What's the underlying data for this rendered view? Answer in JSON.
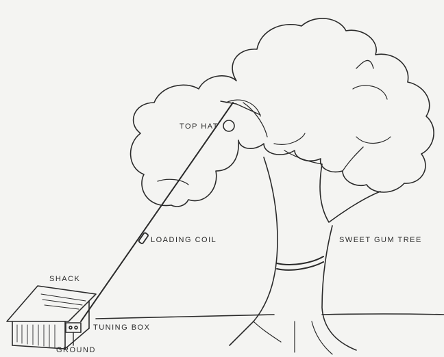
{
  "labels": {
    "top_hat": "TOP HAT",
    "loading_coil": "LOADING COIL",
    "sweet_gum_tree": "SWEET GUM TREE",
    "shack": "SHACK",
    "tuning_box": "TUNING BOX",
    "ground": "GROUND"
  },
  "colors": {
    "background": "#f4f4f2",
    "ink": "#2a2a2a"
  }
}
